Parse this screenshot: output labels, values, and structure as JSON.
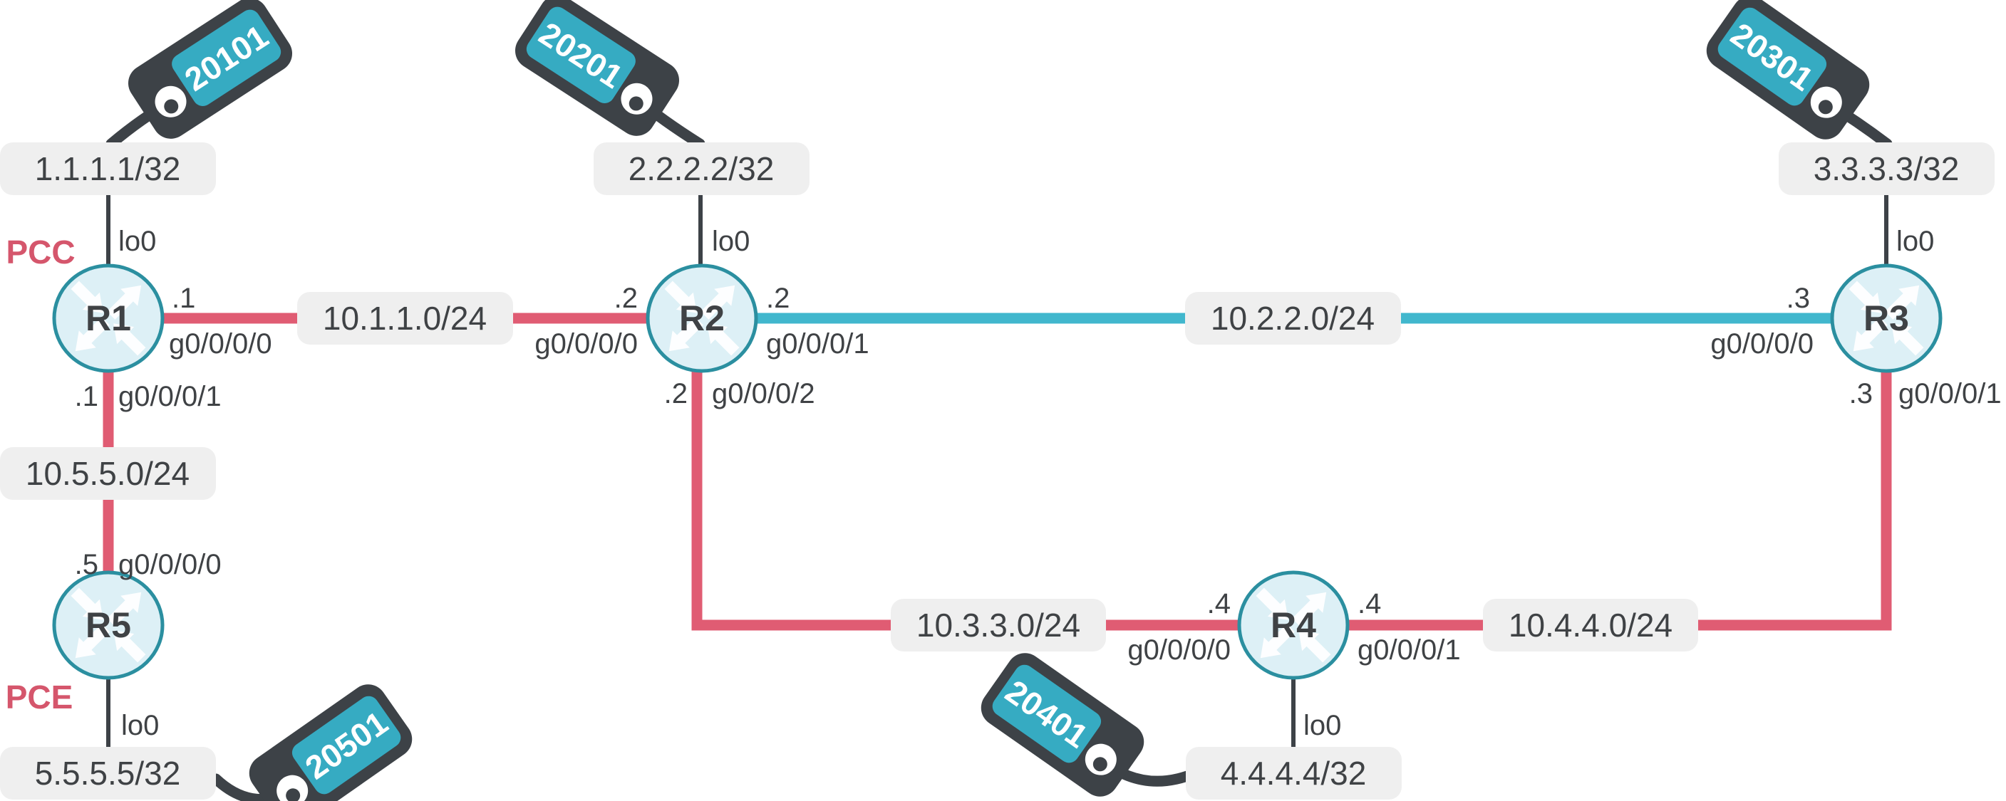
{
  "colors": {
    "link_primary_pink": "#e05c73",
    "link_secondary_teal": "#41b7cd",
    "tag_body": "#3d4247",
    "tag_plate": "#36abc2",
    "router_fill": "#ddf0f6",
    "router_stroke": "#2b8fa0",
    "pill_background": "#efefef",
    "text": "#3f4245",
    "role_text": "#d5566c"
  },
  "routers": [
    {
      "name": "R1",
      "role": "PCC",
      "tag": "20101",
      "loopback": {
        "iface": "lo0",
        "ip": "1.1.1.1/32"
      }
    },
    {
      "name": "R2",
      "tag": "20201",
      "loopback": {
        "iface": "lo0",
        "ip": "2.2.2.2/32"
      }
    },
    {
      "name": "R3",
      "tag": "20301",
      "loopback": {
        "iface": "lo0",
        "ip": "3.3.3.3/32"
      }
    },
    {
      "name": "R4",
      "tag": "20401",
      "loopback": {
        "iface": "lo0",
        "ip": "4.4.4.4/32"
      }
    },
    {
      "name": "R5",
      "role": "PCE",
      "tag": "20501",
      "loopback": {
        "iface": "lo0",
        "ip": "5.5.5.5/32"
      }
    }
  ],
  "links": [
    {
      "subnet": "10.1.1.0/24",
      "color": "pink",
      "a": {
        "router": "R1",
        "iface": "g0/0/0/0",
        "host": ".1"
      },
      "b": {
        "router": "R2",
        "iface": "g0/0/0/0",
        "host": ".2"
      }
    },
    {
      "subnet": "10.2.2.0/24",
      "color": "teal",
      "a": {
        "router": "R2",
        "iface": "g0/0/0/1",
        "host": ".2"
      },
      "b": {
        "router": "R3",
        "iface": "g0/0/0/0",
        "host": ".3"
      }
    },
    {
      "subnet": "10.3.3.0/24",
      "color": "pink",
      "a": {
        "router": "R2",
        "iface": "g0/0/0/2",
        "host": ".2"
      },
      "b": {
        "router": "R4",
        "iface": "g0/0/0/0",
        "host": ".4"
      }
    },
    {
      "subnet": "10.4.4.0/24",
      "color": "pink",
      "a": {
        "router": "R4",
        "iface": "g0/0/0/1",
        "host": ".4"
      },
      "b": {
        "router": "R3",
        "iface": "g0/0/0/1",
        "host": ".3"
      }
    },
    {
      "subnet": "10.5.5.0/24",
      "color": "pink",
      "a": {
        "router": "R1",
        "iface": "g0/0/0/1",
        "host": ".1"
      },
      "b": {
        "router": "R5",
        "iface": "g0/0/0/0",
        "host": ".5"
      }
    }
  ]
}
